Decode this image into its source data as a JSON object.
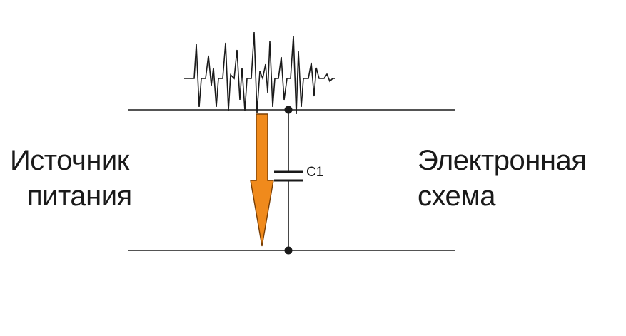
{
  "labels": {
    "source": [
      "Источник",
      "питания"
    ],
    "circuit": [
      "Электронная",
      "схема"
    ],
    "capacitor": "C1"
  },
  "colors": {
    "wire": "#1a1a1a",
    "arrow_fill": "#f08a1c",
    "arrow_stroke": "#7a3f05"
  }
}
